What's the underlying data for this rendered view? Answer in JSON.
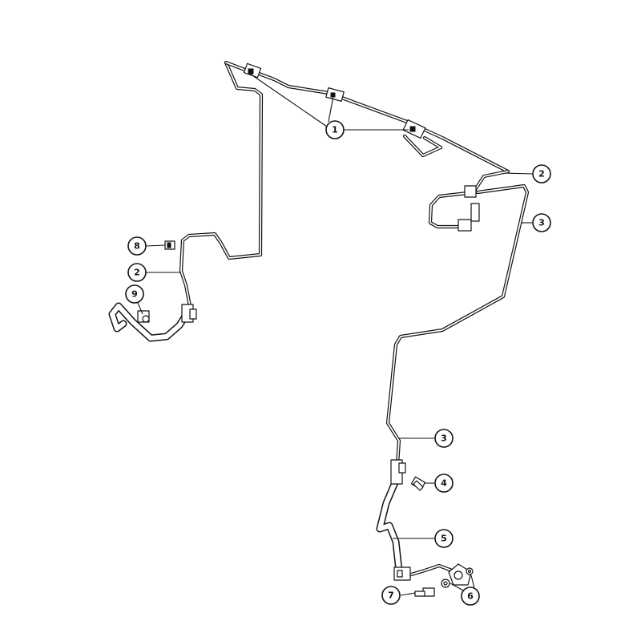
{
  "diagram": {
    "callouts": [
      {
        "id": "c1a",
        "label": "1"
      },
      {
        "id": "c2a",
        "label": "2"
      },
      {
        "id": "c2b",
        "label": "2"
      },
      {
        "id": "c3a",
        "label": "3"
      },
      {
        "id": "c3b",
        "label": "3"
      },
      {
        "id": "c4",
        "label": "4"
      },
      {
        "id": "c5",
        "label": "5"
      },
      {
        "id": "c6",
        "label": "6"
      },
      {
        "id": "c7",
        "label": "7"
      },
      {
        "id": "c8",
        "label": "8"
      },
      {
        "id": "c9",
        "label": "9"
      }
    ]
  }
}
